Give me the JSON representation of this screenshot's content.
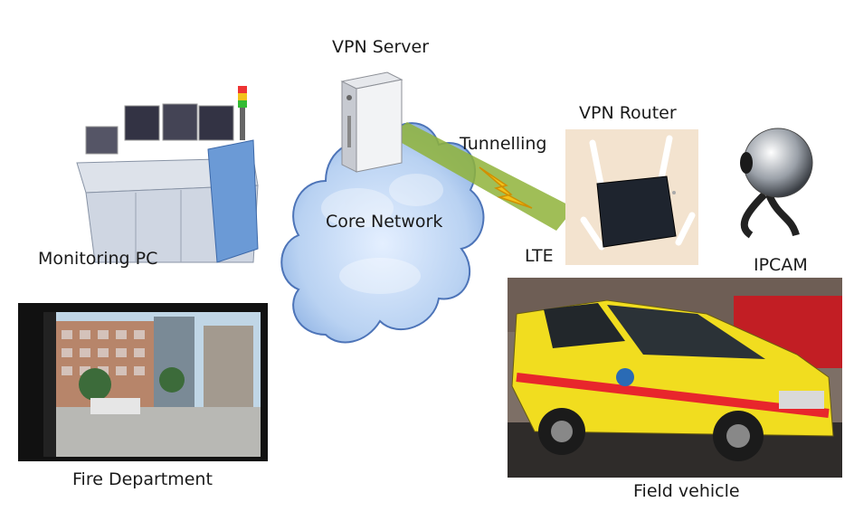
{
  "labels": {
    "vpn_server": "VPN Server",
    "vpn_router": "VPN Router",
    "tunnelling": "Tunnelling",
    "core_network": "Core Network",
    "lte": "LTE",
    "monitoring_pc": "Monitoring PC",
    "ipcam": "IPCAM",
    "fire_department": "Fire Department",
    "field_vehicle": "Field vehicle"
  },
  "colors": {
    "cloud_fill": "#c9ddf5",
    "cloud_stroke": "#4d74b8",
    "tunnel": "#8fb33a",
    "lightning": "#f2c21b",
    "vehicle": "#f1dd1f",
    "router_bg": "#f3e3cf"
  },
  "icons": [
    "server-icon",
    "cloud-icon",
    "router-icon",
    "lightning-icon",
    "monitoring-console-icon",
    "ip-camera-icon"
  ]
}
